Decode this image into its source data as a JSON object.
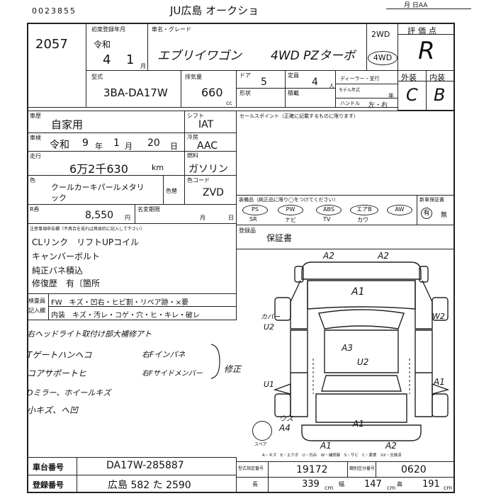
{
  "header": {
    "barcode_number": "0023855",
    "auction_title": "JU広島 オークショ",
    "top_right": "月  日AA"
  },
  "lot_number": "2057",
  "registration": {
    "label": "初度登録年月",
    "era": "令和",
    "year": "4",
    "month": "1",
    "month_unit": "月"
  },
  "car_name": {
    "label": "車名・グレード",
    "name": "エブリイワゴン",
    "grade": "4WD PZターボ"
  },
  "drive": {
    "opt1": "2WD",
    "opt2": "4WD"
  },
  "grade_box": {
    "label": "評価点",
    "value": "R"
  },
  "exterior_interior": {
    "ext_label": "外装",
    "int_label": "内装",
    "ext_value": "C",
    "int_value": "B"
  },
  "model": {
    "label": "型式",
    "value": "3BA-DA17W"
  },
  "displacement": {
    "label": "排気量",
    "value": "660",
    "unit": "cc"
  },
  "doors": {
    "label": "ドア",
    "value": "5",
    "shape_label": "形状"
  },
  "capacity": {
    "label": "定員",
    "value": "4",
    "unit": "人",
    "load_label": "積載"
  },
  "dealer_label": "ディーラー・並行",
  "model_year_label": "モデル年式",
  "year_suffix": "年",
  "handle": {
    "label": "ハンドル",
    "value": "左・右"
  },
  "usage": {
    "label": "車歴",
    "value": "自家用"
  },
  "shift": {
    "label": "シフト",
    "value": "IAT"
  },
  "inspection": {
    "label": "車検",
    "era": "令和",
    "year": "9",
    "y_unit": "年",
    "month": "1",
    "m_unit": "月",
    "day": "20",
    "d_unit": "日"
  },
  "aircon": {
    "label": "冷房",
    "value": "AAC"
  },
  "mileage": {
    "label": "走行",
    "value": "6万2千630",
    "unit": "km"
  },
  "fuel": {
    "label": "燃料",
    "value": "ガソリン"
  },
  "color": {
    "label": "色",
    "value_line1": "クールカーキパールメタリ",
    "value_line2": "ック",
    "change_label": "色替"
  },
  "color_code": {
    "label": "色コード",
    "value": "ZVD"
  },
  "recycle": {
    "label": "R券",
    "value": "8,550",
    "unit": "円"
  },
  "title_date": {
    "label": "名変期限",
    "month_unit": "月",
    "day_unit": "日"
  },
  "sales_point": {
    "label": "セールスポイント（正確に記載するものに限ります）"
  },
  "equipment": {
    "label": "装備品（純正品に限り◯をつけてください）",
    "items": [
      "PS",
      "PW",
      "ABS",
      "エアB",
      "AW"
    ],
    "sub": [
      "SR",
      "ナビ",
      "TV",
      "カワ"
    ]
  },
  "new_car_warranty": {
    "label": "新車保証書",
    "yes": "有",
    "no": "無"
  },
  "registry": {
    "label": "登録品",
    "value": "保証書"
  },
  "notes": {
    "label": "注意事項申告欄（不具合を見れば具体的に記入して下さい）",
    "lines": [
      "CLリンク　リフトUPコイル",
      "キャンバーボルト",
      "純正バネ積込",
      "修復歴　有〔箇所"
    ]
  },
  "inspector": {
    "label1": "検査員",
    "label2": "記入欄",
    "row1": "FW　キズ・凹右・ヒビ割・リペア跡・×要",
    "row2": "内装　キズ・汚レ・コゲ・穴・ヒ・キレ・破レ"
  },
  "handwritten": {
    "lines": [
      "右ヘッドライト取付け部大補修アト",
      "Tゲートハンヘコ",
      "コアサポートヒ",
      "Dミラー、ホイールキズ",
      "小キズ、へ凹"
    ],
    "right1": "右Fインパネ",
    "right2": "右Fサイドメンバー",
    "bracket": "修正"
  },
  "diagram_marks": {
    "a2_left": "A2",
    "a2_right": "A2",
    "a1_hood": "A1",
    "cover_label": "カバー",
    "u2_left": "U2",
    "w2": "W2",
    "a3": "A3",
    "u2_center": "U2",
    "u1": "U1",
    "a1_right": "A1",
    "uz": "ウス",
    "a4": "A4",
    "a1_rear": "A1",
    "a1_bl": "A1",
    "a2_br": "A2",
    "spare": "スペア"
  },
  "legend": "A・キズ　E・エクボ　U・凹み　W・補修跡　S・サビ　C・腐食　XX・交換済",
  "chassis": {
    "label": "車台番号",
    "value": "DA17W-285887"
  },
  "plate": {
    "label": "登録番号",
    "value": "広島 582 た 2590"
  },
  "dims": {
    "form_label": "型式指定番号",
    "form_value": "19172",
    "cat_label": "類別区分番号",
    "cat_value": "0620",
    "len_label": "長",
    "len_value": "339",
    "wid_label": "幅",
    "wid_value": "147",
    "hgt_label": "高",
    "hgt_value": "191",
    "unit": "cm"
  }
}
